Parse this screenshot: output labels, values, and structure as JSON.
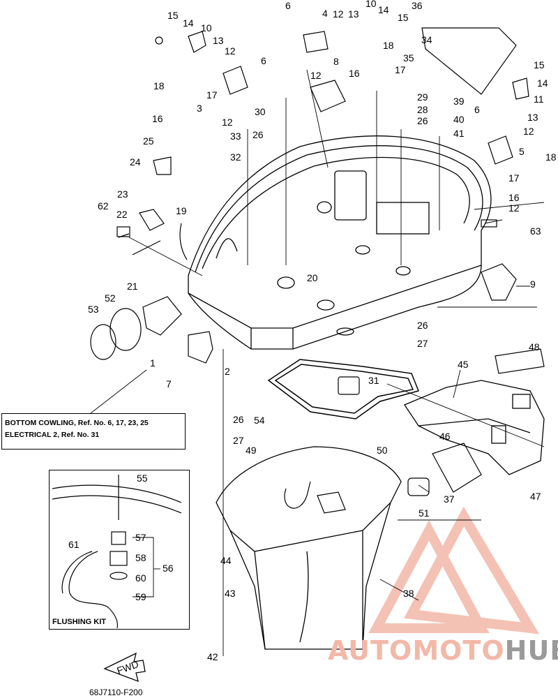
{
  "callouts": {
    "c1": "1",
    "c2": "2",
    "c3": "3",
    "c4": "4",
    "c5": "5",
    "c6a": "6",
    "c6b": "6",
    "c6c": "6",
    "c7": "7",
    "c8": "8",
    "c9": "9",
    "c10a": "10",
    "c10b": "10",
    "c11": "11",
    "c12a": "12",
    "c12b": "12",
    "c12c": "12",
    "c12d": "12",
    "c12e": "12",
    "c12f": "12",
    "c13a": "13",
    "c13b": "13",
    "c13c": "13",
    "c14a": "14",
    "c14b": "14",
    "c14c": "14",
    "c15a": "15",
    "c15b": "15",
    "c15c": "15",
    "c16a": "16",
    "c16b": "16",
    "c16c": "16",
    "c17a": "17",
    "c17b": "17",
    "c17c": "17",
    "c18a": "18",
    "c18b": "18",
    "c18c": "18",
    "c19": "19",
    "c20": "20",
    "c21": "21",
    "c22": "22",
    "c23": "23",
    "c24": "24",
    "c25": "25",
    "c26a": "26",
    "c26b": "26",
    "c26c": "26",
    "c26d": "26",
    "c27a": "27",
    "c27b": "27",
    "c28": "28",
    "c29": "29",
    "c30": "30",
    "c31": "31",
    "c32": "32",
    "c33": "33",
    "c34": "34",
    "c35": "35",
    "c36": "36",
    "c37": "37",
    "c38": "38",
    "c39": "39",
    "c40": "40",
    "c41": "41",
    "c42": "42",
    "c43": "43",
    "c44": "44",
    "c45": "45",
    "c46": "46",
    "c47": "47",
    "c48": "48",
    "c49": "49",
    "c50": "50",
    "c51": "51",
    "c52": "52",
    "c53": "53",
    "c54": "54",
    "c55": "55",
    "c56": "56",
    "c57": "57",
    "c58": "58",
    "c59": "59",
    "c60": "60",
    "c61": "61",
    "c62": "62",
    "c63": "63"
  },
  "reference_note": {
    "line1": "BOTTOM COWLING, Ref. No. 6, 17, 23, 25",
    "line2": "ELECTRICAL 2,  Ref. No. 31"
  },
  "flushing_kit": {
    "title": "FLUSHING KIT"
  },
  "fwd_label": "FWD",
  "figure_code": "68J7110-F200",
  "watermark": {
    "part_a": "AUTOMOTO",
    "part_b": "HUB"
  },
  "colors": {
    "line": "#000000",
    "watermark_red": "#f2b8a8",
    "watermark_gray": "#9a9a9a"
  }
}
